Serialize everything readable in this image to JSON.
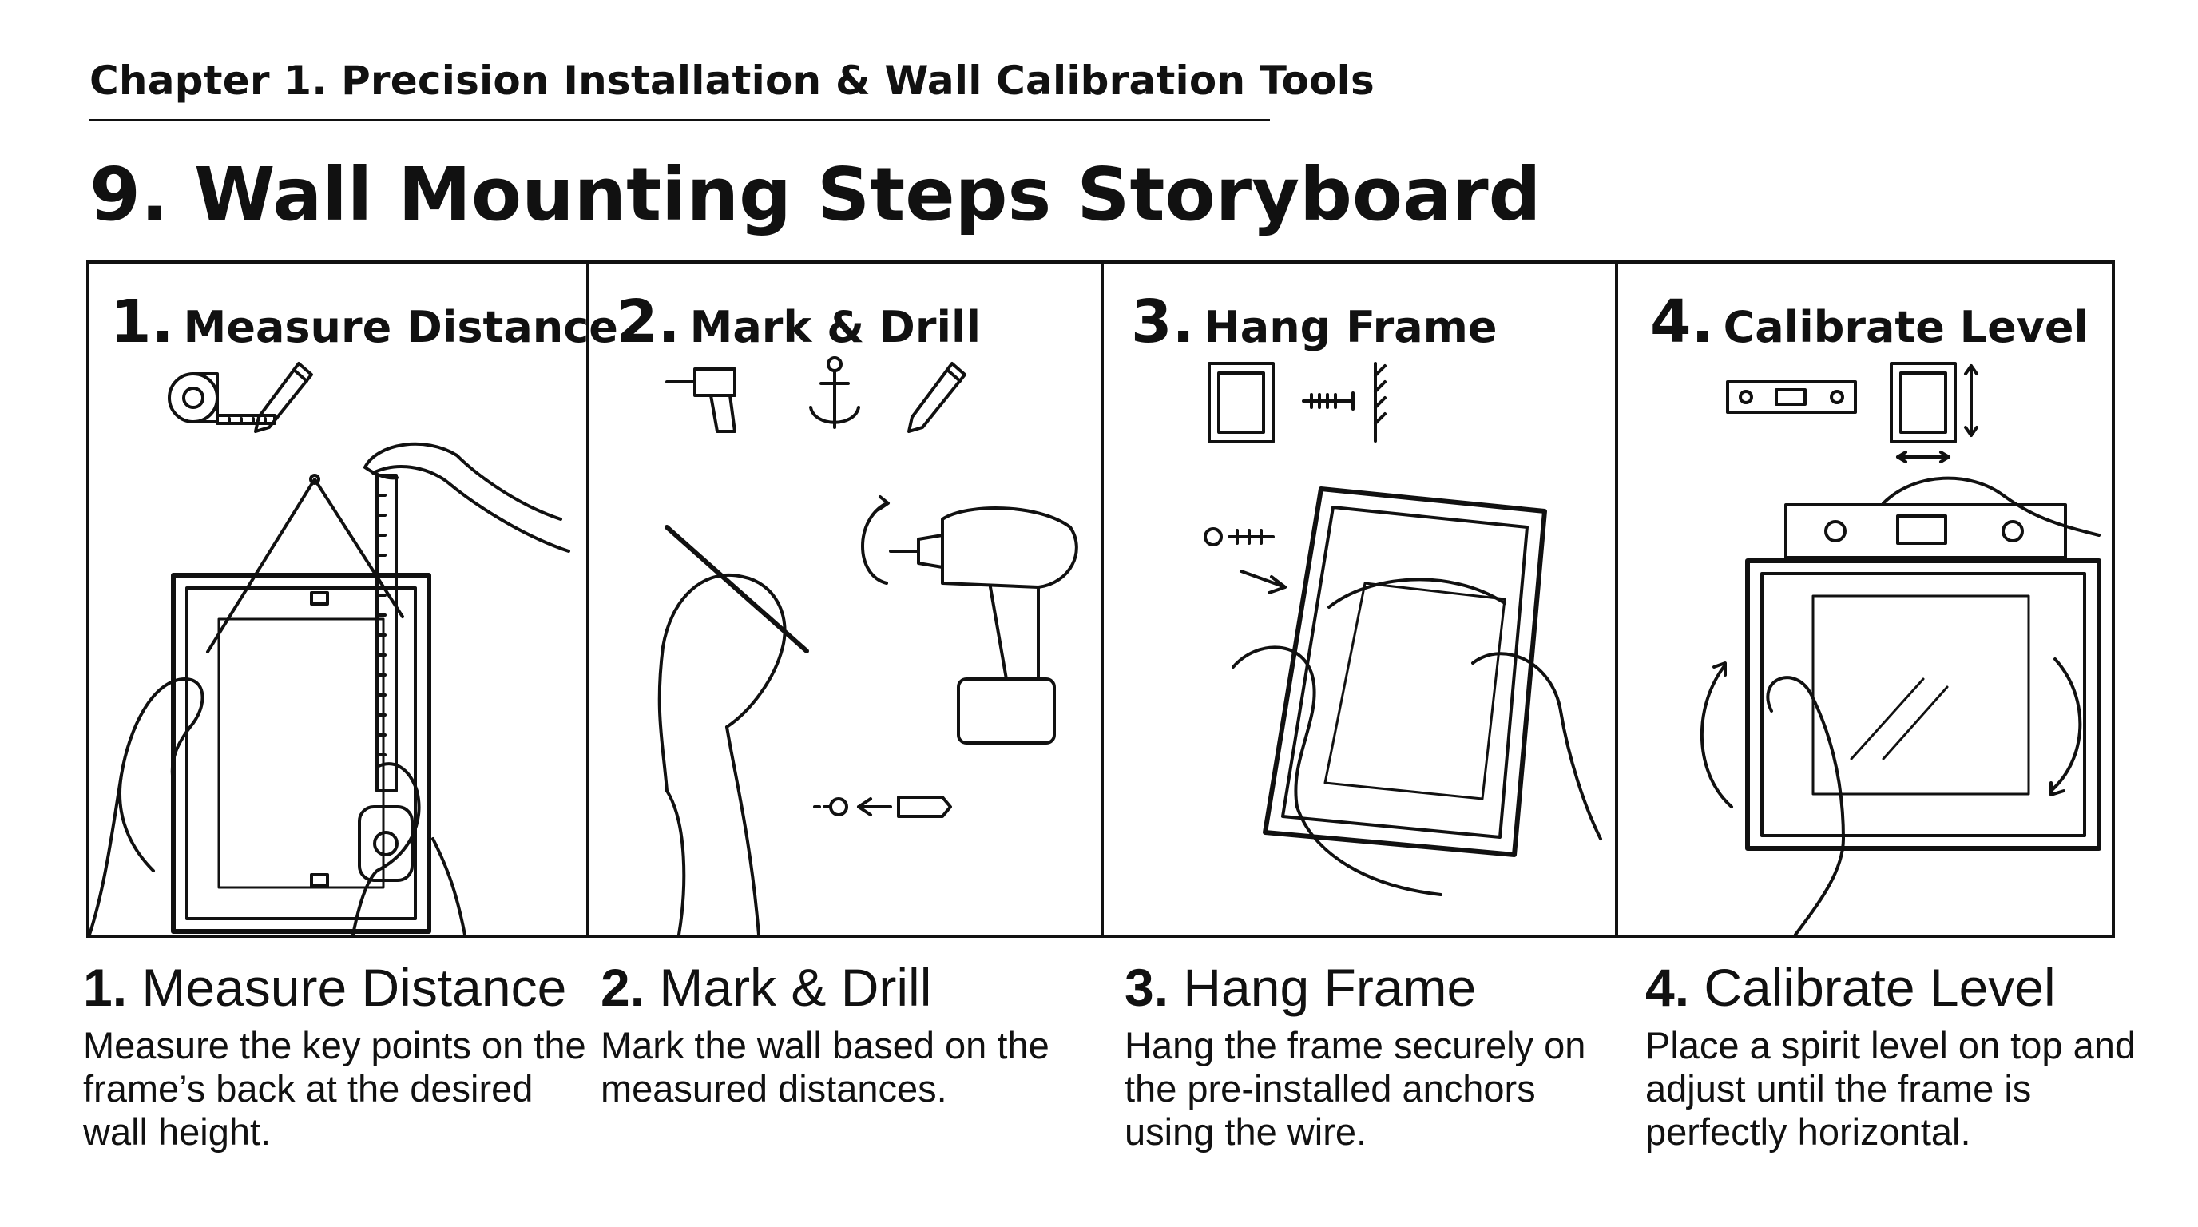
{
  "chapter": "Chapter 1. Precision Installation & Wall Calibration Tools",
  "title": "9. Wall Mounting Steps Storyboard",
  "steps": [
    {
      "number": "1.",
      "title": "Measure Distance",
      "description": "Measure the key points on the frame’s back at the desired wall height.",
      "tools": [
        "tape-measure-icon",
        "pencil-icon"
      ]
    },
    {
      "number": "2.",
      "title": "Mark & Drill",
      "description": "Mark the wall based on the measured distances.",
      "tools": [
        "drill-icon",
        "anchor-icon",
        "pencil-icon"
      ]
    },
    {
      "number": "3.",
      "title": "Hang Frame",
      "description": "Hang the frame securely on the pre-installed anchors using the wire.",
      "tools": [
        "frame-icon",
        "screw-icon",
        "wall-icon"
      ]
    },
    {
      "number": "4.",
      "title": "Calibrate Level",
      "description": "Place a spirit level on top and adjust until the frame is perfectly horizontal.",
      "tools": [
        "spirit-level-icon",
        "frame-icon",
        "double-arrow-icon"
      ]
    }
  ]
}
